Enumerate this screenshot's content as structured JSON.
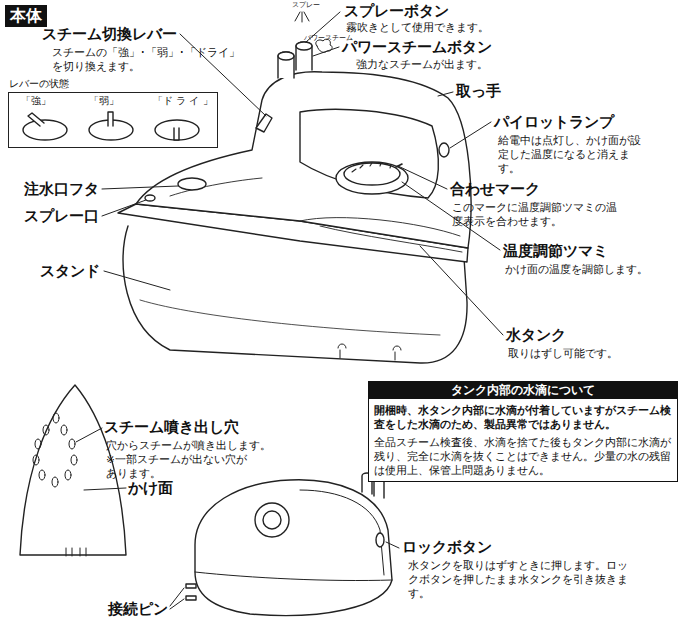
{
  "diagram": {
    "nodes": [
      {
        "text": [
          "本体"
        ]
      },
      {
        "text": [
          "レバーの状態",
          "「強」",
          "「弱」",
          "「ド ラ イ 」"
        ]
      },
      {
        "text": [
          "タンク内部の水滴について",
          "開梱時、水タンク内部に水滴が付着していますがスチーム検査をした水滴のため、製品異常ではありません。",
          "全品スチーム検査後、水滴を捨てた後もタンク内部に水滴が残り、完全に水滴を抜くことはできません。少量の水の残留は使用上、保管上問題ありません。"
        ]
      }
    ],
    "labels": [
      "スチーム切換レバー",
      "スチームの「強」･「弱」･「ドライ」を切り換えます。",
      "スプレー",
      "スプレーボタン",
      "霧吹きとして使用できます。",
      "パワースチーム",
      "パワースチームボタン",
      "強力なスチームが出ます。",
      "取っ手",
      "パイロットランプ",
      "給電中は点灯し、かけ面が設定した温度になると消えます。",
      "合わせマーク",
      "このマークに温度調節ツマミの温度表示を合わせます。",
      "温度調節ツマミ",
      "かけ面の温度を調節します。",
      "水タンク",
      "取りはずし可能です。",
      "注水口フタ",
      "スプレー口",
      "スタンド",
      "スチーム噴き出し穴",
      "穴からスチームが噴き出します。",
      "※一部スチームが出ない穴があります。",
      "かけ面",
      "ロックボタン",
      "水タンクを取りはずすときに押します。ロックボタンを押したまま水タンクを引き抜きます。",
      "接続ピン"
    ]
  }
}
